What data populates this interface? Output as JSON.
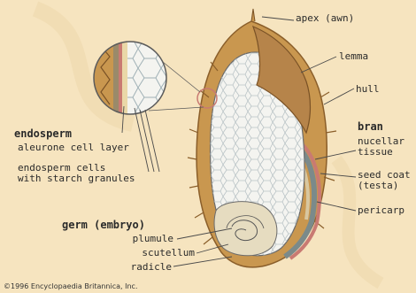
{
  "diagram": {
    "labels": {
      "apex": "apex (awn)",
      "lemma": "lemma",
      "hull": "hull",
      "bran": "bran",
      "nucellar_tissue": "nucellar\ntissue",
      "seed_coat": "seed coat\n(testa)",
      "pericarp": "pericarp",
      "endosperm": "endosperm",
      "aleurone": "aleurone cell layer",
      "endosperm_cells": "endosperm cells\nwith starch granules",
      "germ": "germ (embryo)",
      "plumule": "plumule",
      "scutellum": "scutellum",
      "radicle": "radicle"
    },
    "copyright": "©1996 Encyclopaedia Britannica, Inc.",
    "colors": {
      "background": "#f6e4bf",
      "hull": "#c9974f",
      "endosperm": "#f4f4f0",
      "cell_lines": "#b9c3c6",
      "embryo": "#e6dcc0",
      "pericarp": "#c97a72",
      "leader_lines": "#4a4a4a"
    }
  }
}
